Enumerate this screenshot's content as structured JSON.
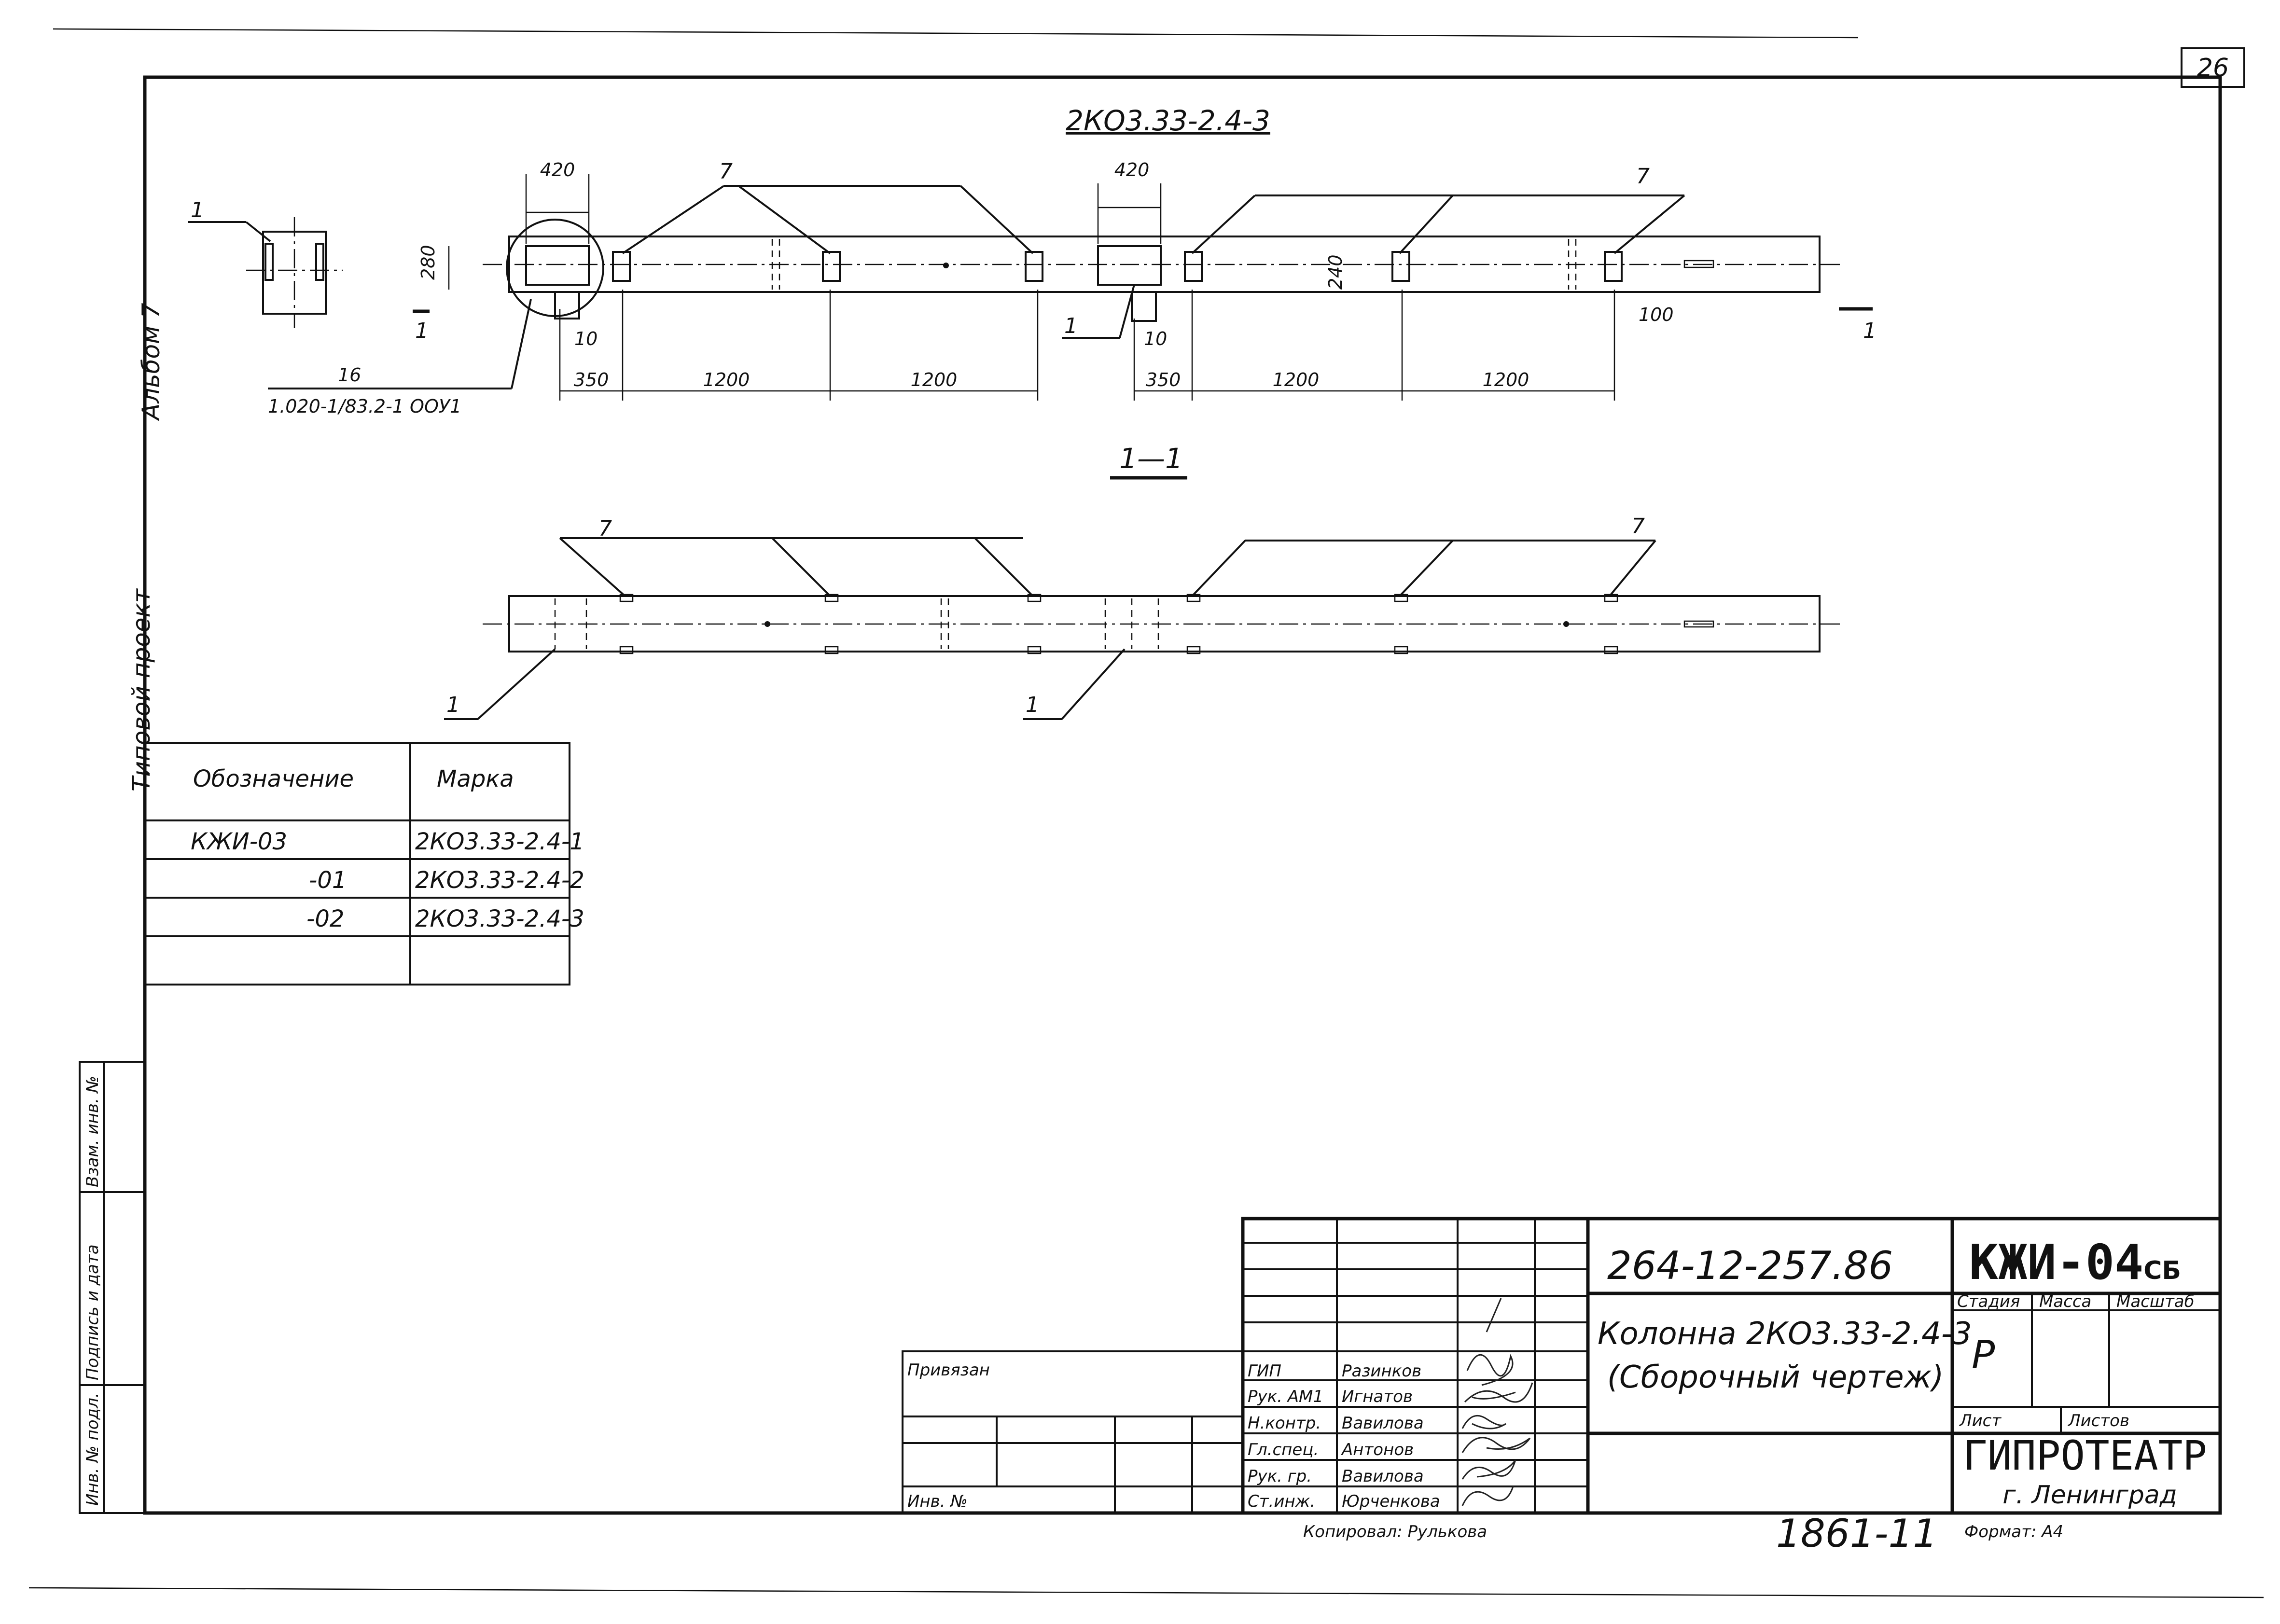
{
  "sheet_number": "26",
  "top_view": {
    "mark_title": "2КО3.33-2.4-3",
    "dims_top": [
      "420",
      "420"
    ],
    "dims_bottom": [
      "350",
      "1200",
      "1200",
      "350",
      "1200",
      "1200"
    ],
    "dim_height": "280",
    "dim_inner": "240",
    "dim_small_left": "10",
    "dim_small_right": "10",
    "dim_100": "100",
    "callout_7": "7",
    "callout_1": "1",
    "callout_16": "16",
    "reference": "1.020-1/83.2-1 ООУ1",
    "section_marker": "1",
    "section_title": "1—1"
  },
  "side_labels": {
    "album": "Альбом 7",
    "project": "Типовой проект",
    "stamp_cells": [
      "Инв. № подл.",
      "Подпись и дата",
      "Взам. инв. №"
    ]
  },
  "mark_table": {
    "headers": [
      "Обозначение",
      "Марка"
    ],
    "rows": [
      [
        "КЖИ-03",
        "2КО3.33-2.4-1"
      ],
      [
        "-01",
        "2КО3.33-2.4-2"
      ],
      [
        "-02",
        "2КО3.33-2.4-3"
      ],
      [
        "",
        ""
      ]
    ]
  },
  "title_block": {
    "doc_code": "264-12-257.86",
    "drawing_code": "КЖИ-04",
    "drawing_suffix": "СБ",
    "name_line1": "Колонна 2КО3.33-2.4-3",
    "name_line2": "(Сборочный чертеж)",
    "stage_header": "Стадия",
    "mass_header": "Масса",
    "scale_header": "Масштаб",
    "stage_value": "Р",
    "sheet_label": "Лист",
    "sheets_label": "Листов",
    "organization": "ГИПРОТЕАТР",
    "city": "г. Ленинград",
    "format": "Формат: А4",
    "bound_label": "Привязан",
    "inv_label": "Инв. №",
    "copied": "Копировал: Рулькова",
    "stamp_number": "1861-11",
    "signatures": [
      {
        "role": "ГИП",
        "name": "Разинков"
      },
      {
        "role": "Рук. АМ1",
        "name": "Игнатов"
      },
      {
        "role": "Н.контр.",
        "name": "Вавилова"
      },
      {
        "role": "Гл.спец.",
        "name": "Антонов"
      },
      {
        "role": "Рук. гр.",
        "name": "Вавилова"
      },
      {
        "role": "Ст.инж.",
        "name": "Юрченкова"
      }
    ]
  }
}
